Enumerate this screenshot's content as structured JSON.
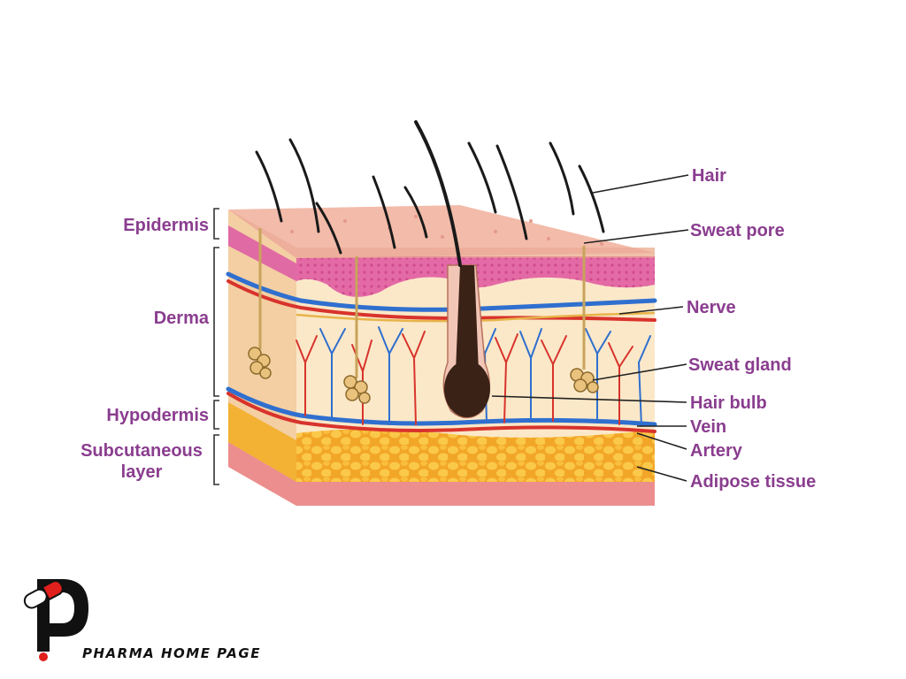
{
  "labels": {
    "hair": "Hair",
    "sweat_pore": "Sweat pore",
    "nerve": "Nerve",
    "sweat_gland": "Sweat gland",
    "hair_bulb": "Hair bulb",
    "vein": "Vein",
    "artery": "Artery",
    "adipose_tissue": "Adipose tissue",
    "epidermis": "Epidermis",
    "derma": "Derma",
    "hypodermis": "Hypodermis",
    "subcutaneous_line1": "Subcutaneous",
    "subcutaneous_line2": "layer"
  },
  "brand": {
    "name": "PHARMA HOME PAGE"
  },
  "colors": {
    "label": "#8a3d8f",
    "epidermis_top": "#f2b8a8",
    "epidermis_pink": "#e06aa3",
    "derma": "#fbe8c8",
    "adipose": "#f5b52e",
    "subcutaneous_base": "#ee8f8f",
    "vein": "#2f6fcf",
    "artery": "#d8332c",
    "hair_bulb": "#3a2217",
    "logo_red": "#e0201c"
  },
  "icons": {
    "logo": "pharma-p-capsule-logo"
  }
}
